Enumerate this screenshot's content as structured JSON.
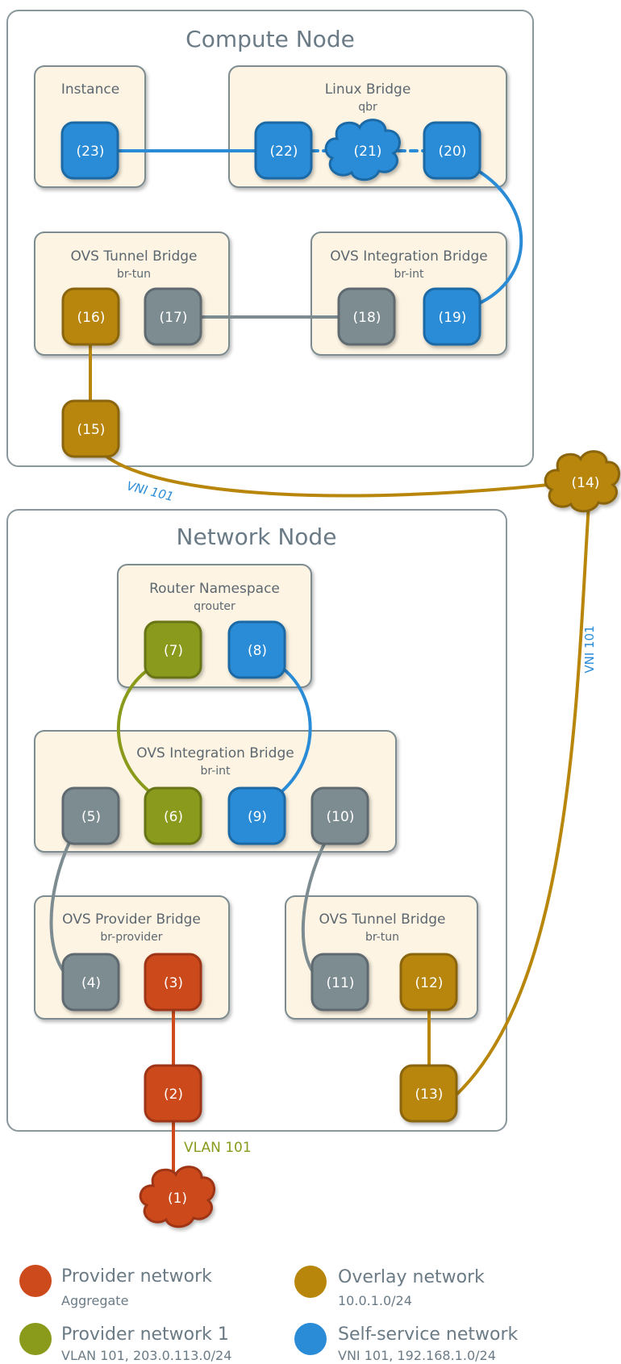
{
  "colors": {
    "provider": "#cc4a1b",
    "provider1": "#8a9a1b",
    "overlay": "#b8860b",
    "selfservice": "#2a8bd6",
    "gray": "#7d8c91",
    "box_fill": "#fdf4e3",
    "box_stroke": "#7d8c91"
  },
  "compute_node": {
    "title": "Compute Node",
    "instance": {
      "title": "Instance"
    },
    "linux_bridge": {
      "title": "Linux Bridge",
      "sub": "qbr"
    },
    "ovs_tunnel": {
      "title": "OVS Tunnel Bridge",
      "sub": "br-tun"
    },
    "ovs_integration": {
      "title": "OVS Integration Bridge",
      "sub": "br-int"
    }
  },
  "network_node": {
    "title": "Network Node",
    "router": {
      "title": "Router Namespace",
      "sub": "qrouter"
    },
    "ovs_integration": {
      "title": "OVS Integration Bridge",
      "sub": "br-int"
    },
    "ovs_provider": {
      "title": "OVS Provider Bridge",
      "sub": "br-provider"
    },
    "ovs_tunnel": {
      "title": "OVS Tunnel Bridge",
      "sub": "br-tun"
    }
  },
  "nodes": {
    "n1": "(1)",
    "n2": "(2)",
    "n3": "(3)",
    "n4": "(4)",
    "n5": "(5)",
    "n6": "(6)",
    "n7": "(7)",
    "n8": "(8)",
    "n9": "(9)",
    "n10": "(10)",
    "n11": "(11)",
    "n12": "(12)",
    "n13": "(13)",
    "n14": "(14)",
    "n15": "(15)",
    "n16": "(16)",
    "n17": "(17)",
    "n18": "(18)",
    "n19": "(19)",
    "n20": "(20)",
    "n21": "(21)",
    "n22": "(22)",
    "n23": "(23)"
  },
  "link_labels": {
    "vni_compute": "VNI 101",
    "vni_right": "VNI 101",
    "vlan": "VLAN 101"
  },
  "legend": [
    {
      "title": "Provider network",
      "sub": "Aggregate",
      "color_key": "provider"
    },
    {
      "title": "Overlay network",
      "sub": "10.0.1.0/24",
      "color_key": "overlay"
    },
    {
      "title": "Provider network 1",
      "sub": "VLAN 101, 203.0.113.0/24",
      "color_key": "provider1"
    },
    {
      "title": "Self-service network",
      "sub": "VNI 101, 192.168.1.0/24",
      "color_key": "selfservice"
    }
  ]
}
